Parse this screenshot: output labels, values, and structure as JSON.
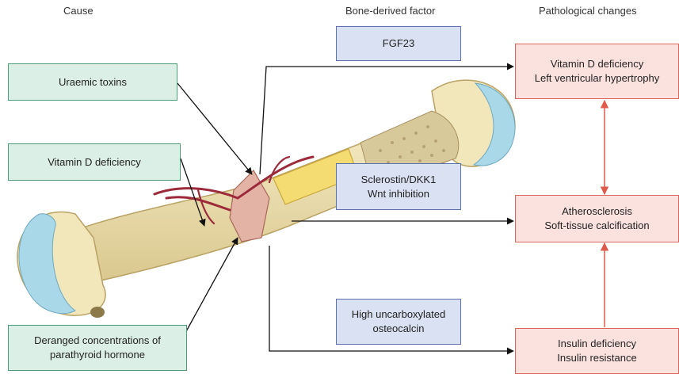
{
  "headers": {
    "cause": "Cause",
    "factor": "Bone-derived factor",
    "patho": "Pathological changes"
  },
  "causes": {
    "uraemic": "Uraemic toxins",
    "vitd": "Vitamin D deficiency",
    "pth_line1": "Deranged concentrations of",
    "pth_line2": "parathyroid hormone"
  },
  "factors": {
    "fgf23": "FGF23",
    "sclerostin_line1": "Sclerostin/DKK1",
    "sclerostin_line2": "Wnt inhibition",
    "osteocalcin_line1": "High uncarboxylated",
    "osteocalcin_line2": "osteocalcin"
  },
  "pathology": {
    "top_line1": "Vitamin D deficiency",
    "top_line2": "Left ventricular hypertrophy",
    "mid_line1": "Atherosclerosis",
    "mid_line2": "Soft-tissue calcification",
    "bot_line1": "Insulin deficiency",
    "bot_line2": "Insulin resistance"
  },
  "colors": {
    "cause_fill": "#dcefe6",
    "factor_fill": "#d9e1f2",
    "patho_fill": "#fbe2df",
    "patho_arrow": "#e05a4c",
    "bone": "#efe3b6",
    "cartilage": "#a9d8e8",
    "vessel": "#9c2a3a"
  }
}
